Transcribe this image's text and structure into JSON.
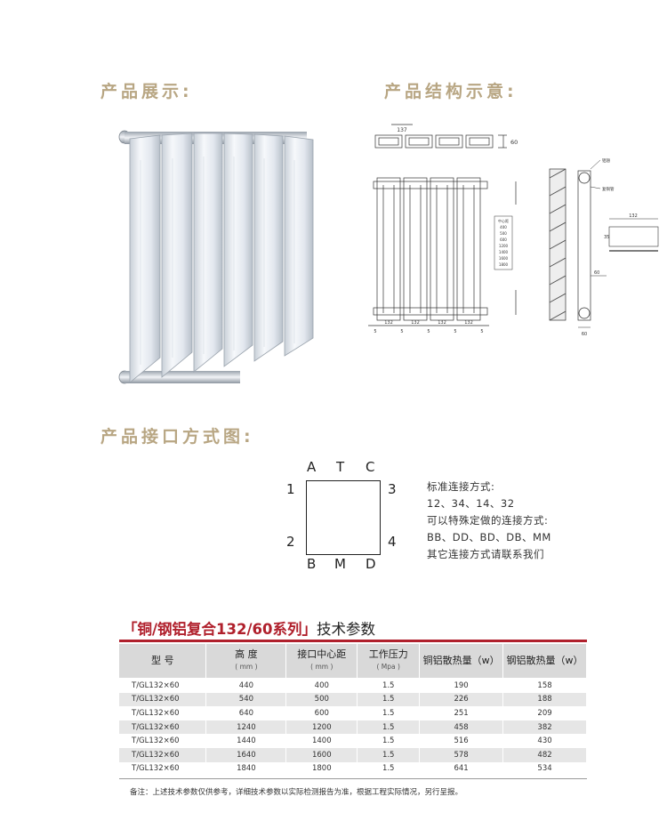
{
  "headings": {
    "showcase": "产品展示:",
    "structure": "产品结构示意:",
    "connection": "产品接口方式图:"
  },
  "structure_diagram": {
    "top_width": "137",
    "top_depth": "60",
    "center_distance": "132",
    "spacing": "5",
    "height_list_title": "中心距",
    "height_values": [
      "400",
      "500",
      "600",
      "1200",
      "1400",
      "1600",
      "1800"
    ],
    "side_depth": "60",
    "side_label_top": "铝翅",
    "side_label_mid": "复铜管",
    "detail_width": "132",
    "detail_height": "35"
  },
  "connection": {
    "top_labels": [
      "A",
      "T",
      "C"
    ],
    "bottom_labels": [
      "B",
      "M",
      "D"
    ],
    "left_labels": [
      "1",
      "2"
    ],
    "right_labels": [
      "3",
      "4"
    ],
    "lines": [
      "标准连接方式:",
      "12、34、14、32",
      "可以特殊定做的连接方式:",
      "BB、DD、BD、DB、MM",
      "其它连接方式请联系我们"
    ]
  },
  "table": {
    "title_highlight": "「铜/钢铝复合132/60系列」",
    "title_rest": "技术参数",
    "headers": [
      {
        "label": "型 号",
        "unit": ""
      },
      {
        "label": "高  度",
        "unit": "( mm )"
      },
      {
        "label": "接口中心距",
        "unit": "( mm )"
      },
      {
        "label": "工作压力",
        "unit": "( Mpa )"
      },
      {
        "label": "铜铝散热量（w）",
        "unit": ""
      },
      {
        "label": "钢铝散热量（w）",
        "unit": ""
      }
    ],
    "rows": [
      [
        "T/GL132×60",
        "440",
        "400",
        "1.5",
        "190",
        "158"
      ],
      [
        "T/GL132×60",
        "540",
        "500",
        "1.5",
        "226",
        "188"
      ],
      [
        "T/GL132×60",
        "640",
        "600",
        "1.5",
        "251",
        "209"
      ],
      [
        "T/GL132×60",
        "1240",
        "1200",
        "1.5",
        "458",
        "382"
      ],
      [
        "T/GL132×60",
        "1440",
        "1400",
        "1.5",
        "516",
        "430"
      ],
      [
        "T/GL132×60",
        "1640",
        "1600",
        "1.5",
        "578",
        "482"
      ],
      [
        "T/GL132×60",
        "1840",
        "1800",
        "1.5",
        "641",
        "534"
      ]
    ],
    "note": "备注：上述技术参数仅供参考，详细技术参数以实际检测报告为准，根据工程实际情况，另行呈报。"
  },
  "colors": {
    "heading": "#b8a683",
    "accent": "#b0202c",
    "table_header": "#d9d9d9",
    "table_stripe": "#e6e6e6"
  }
}
